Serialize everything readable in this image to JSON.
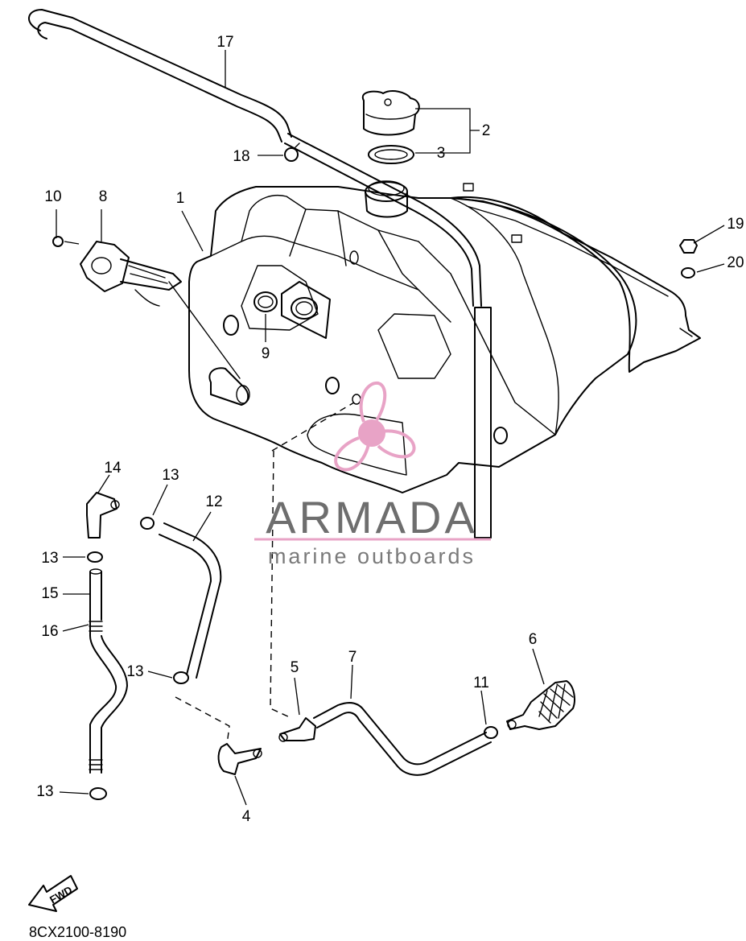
{
  "callouts": {
    "c1": "1",
    "c2": "2",
    "c3": "3",
    "c4": "4",
    "c5": "5",
    "c6": "6",
    "c7": "7",
    "c8": "8",
    "c9": "9",
    "c10": "10",
    "c11": "11",
    "c12": "12",
    "c13a": "13",
    "c13b": "13",
    "c13c": "13",
    "c13d": "13",
    "c14": "14",
    "c15": "15",
    "c16": "16",
    "c17": "17",
    "c18": "18",
    "c19": "19",
    "c20": "20"
  },
  "watermark": {
    "name": "ARMADA",
    "tagline": "marine outboards",
    "color": "#e8a3c6"
  },
  "fwd_label": "FWD",
  "diagram_code": "8CX2100-8190"
}
